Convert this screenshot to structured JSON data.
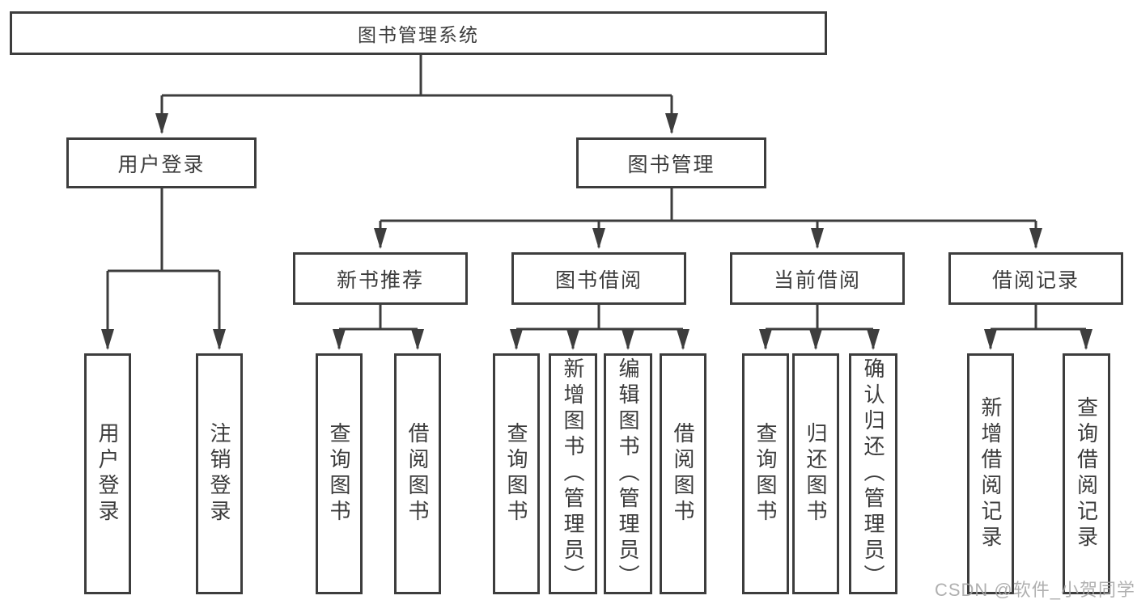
{
  "diagram": {
    "title": "图书管理系统",
    "tree": {
      "root_label": "图书管理系统",
      "user_login": {
        "label": "用户登录",
        "children": [
          {
            "label": "用户登录"
          },
          {
            "label": "注销登录"
          }
        ]
      },
      "book_management": {
        "label": "图书管理",
        "sections": [
          {
            "label": "新书推荐",
            "children": [
              {
                "label": "查询图书"
              },
              {
                "label": "借阅图书"
              }
            ]
          },
          {
            "label": "图书借阅",
            "children": [
              {
                "label": "查询图书"
              },
              {
                "label": "新增图书（管理员）"
              },
              {
                "label": "编辑图书（管理员）"
              },
              {
                "label": "借阅图书"
              }
            ]
          },
          {
            "label": "当前借阅",
            "children": [
              {
                "label": "查询图书"
              },
              {
                "label": "归还图书"
              },
              {
                "label": "确认归还（管理员）"
              }
            ]
          },
          {
            "label": "借阅记录",
            "children": [
              {
                "label": "新增借阅记录"
              },
              {
                "label": "查询借阅记录"
              }
            ]
          }
        ]
      }
    },
    "colors": {
      "line": "#3d3d3d",
      "text": "#3c3c3c",
      "background": "#ffffff",
      "watermark": "#a6a6a6"
    }
  },
  "watermark": {
    "text": "CSDN @软件_小贺同学"
  }
}
